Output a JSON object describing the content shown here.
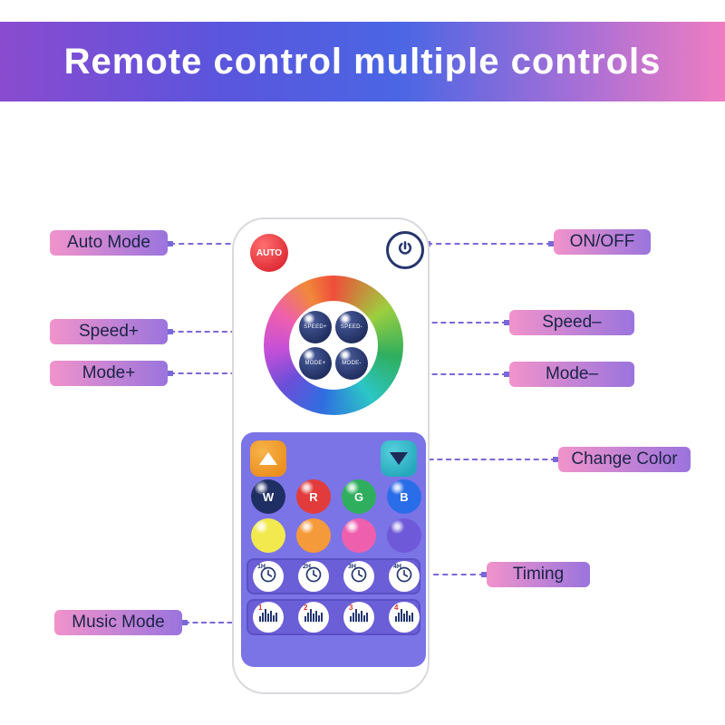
{
  "banner": {
    "title": "Remote control multiple controls"
  },
  "callouts": {
    "auto_mode": "Auto Mode",
    "on_off": "ON/OFF",
    "speed_plus": "Speed+",
    "speed_minus": "Speed–",
    "mode_plus": "Mode+",
    "mode_minus": "Mode–",
    "change_color": "Change Color",
    "timing": "Timing",
    "music_mode": "Music Mode"
  },
  "remote": {
    "auto_label": "AUTO",
    "dpad": {
      "speed_plus": "SPEED+",
      "speed_minus": "SPEED-",
      "mode_plus": "MODE+",
      "mode_minus": "MODE-"
    },
    "color_keys": [
      "W",
      "R",
      "G",
      "B"
    ],
    "timer_keys": [
      "1H",
      "2H",
      "3H",
      "4H"
    ],
    "music_keys": [
      "1",
      "2",
      "3",
      "4"
    ]
  },
  "colors": {
    "connector": "#7b68d8",
    "label_gradient_start": "#f193cb",
    "label_gradient_end": "#9a74dd",
    "panel_purple": "#7b74e6",
    "navy": "#26356e",
    "auto_red": "#e02e38"
  }
}
